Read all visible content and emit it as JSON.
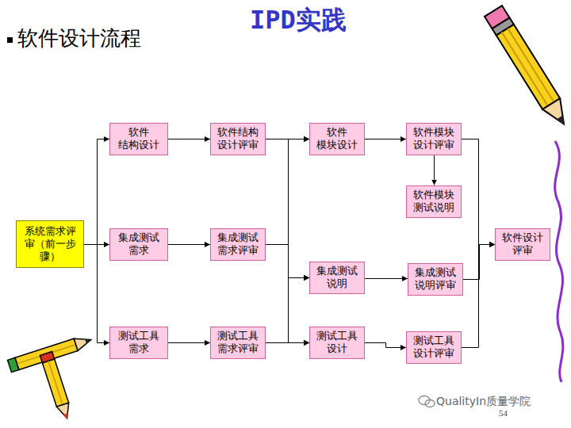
{
  "diagram": {
    "title": "IPD实践",
    "nodes": [
      {
        "text": [
          "系统需求评 审（前一步 骤）"
        ]
      },
      {
        "text": [
          "软件 结构设计"
        ]
      },
      {
        "text": [
          "软件结构 设计评审"
        ]
      },
      {
        "text": [
          "软件 模块设计"
        ]
      },
      {
        "text": [
          "软件模块 设计评审"
        ]
      },
      {
        "text": [
          "软件模块 测试说明"
        ]
      },
      {
        "text": [
          "集成测试 需求"
        ]
      },
      {
        "text": [
          "集成测试 需求评审"
        ]
      },
      {
        "text": [
          "集成测试 说明"
        ]
      },
      {
        "text": [
          "集成测试 说明评审"
        ]
      },
      {
        "text": [
          "软件设计 评审"
        ]
      },
      {
        "text": [
          "测试工具 需求"
        ]
      },
      {
        "text": [
          "测试工具 需求评审"
        ]
      },
      {
        "text": [
          "测试工具 设计"
        ]
      },
      {
        "text": [
          "测试工具 设计评审"
        ]
      }
    ],
    "edges": [
      {
        "from": 0,
        "to": 1,
        "arrow": "to"
      },
      {
        "from": 0,
        "to": 6,
        "arrow": "to"
      },
      {
        "from": 0,
        "to": 11,
        "arrow": "to"
      },
      {
        "from": 1,
        "to": 2,
        "arrow": "to"
      },
      {
        "from": 6,
        "to": 7,
        "arrow": "to"
      },
      {
        "from": 11,
        "to": 12,
        "arrow": "to"
      },
      {
        "from": 2,
        "to": 3,
        "arrow": "to"
      },
      {
        "from": 2,
        "to": 8,
        "arrow": "to"
      },
      {
        "from": 2,
        "to": 13,
        "arrow": "to"
      },
      {
        "from": 7,
        "to": 3,
        "arrow": "to"
      },
      {
        "from": 7,
        "to": 8,
        "arrow": "to"
      },
      {
        "from": 7,
        "to": 13,
        "arrow": "to"
      },
      {
        "from": 12,
        "to": 3,
        "arrow": "to"
      },
      {
        "from": 12,
        "to": 8,
        "arrow": "to"
      },
      {
        "from": 12,
        "to": 13,
        "arrow": "to"
      },
      {
        "from": 3,
        "to": 4,
        "arrow": "to"
      },
      {
        "from": 4,
        "to": 5,
        "arrow": "to"
      },
      {
        "from": 8,
        "to": 9,
        "arrow": "to"
      },
      {
        "from": 13,
        "to": 14,
        "arrow": "to"
      },
      {
        "from": 4,
        "to": 10,
        "arrow": "to"
      },
      {
        "from": 9,
        "to": 10,
        "arrow": "to"
      },
      {
        "from": 14,
        "to": 10,
        "arrow": "to"
      }
    ],
    "labels": [
      "软件设计流程",
      "QualityIn质量学院",
      "54"
    ]
  }
}
